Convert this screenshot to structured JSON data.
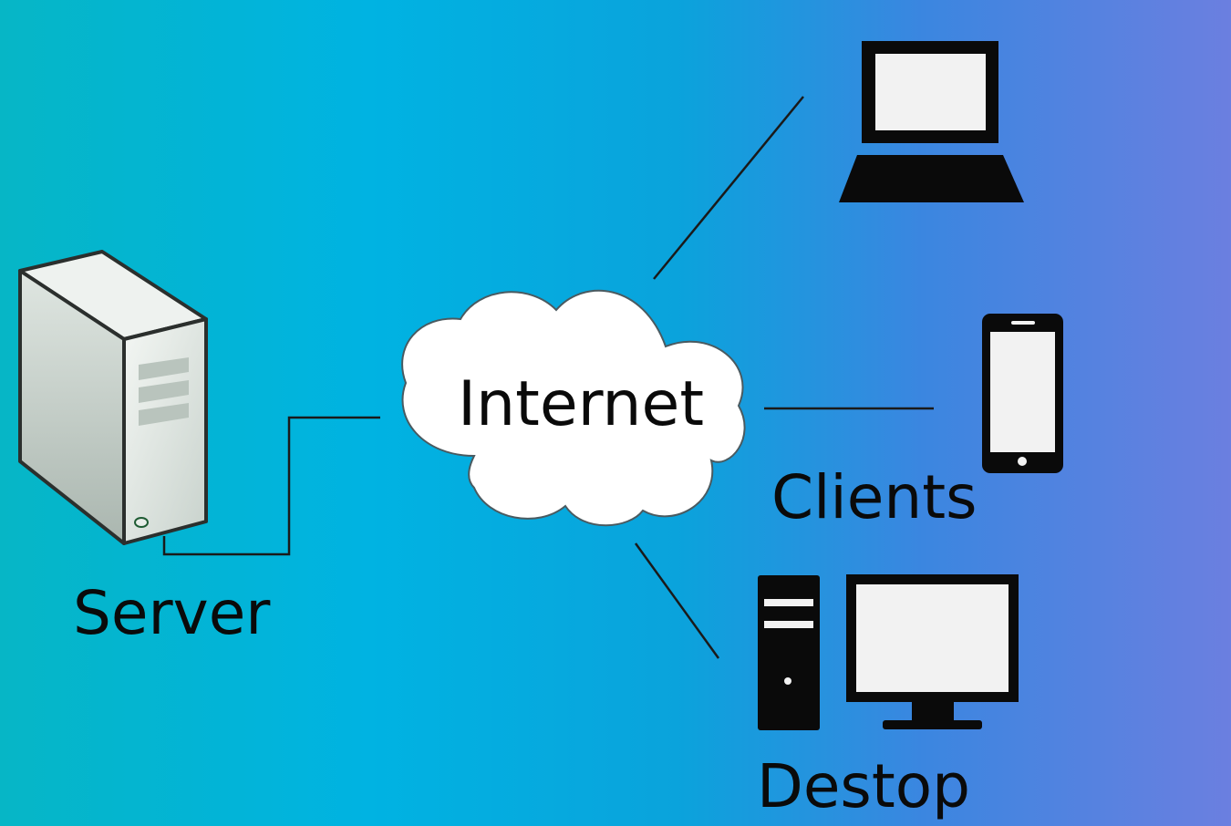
{
  "nodes": {
    "server": {
      "label": "Server",
      "icon": "server-tower-icon"
    },
    "internet": {
      "label": "Internet",
      "icon": "cloud-icon"
    },
    "clients": {
      "label": "Clients",
      "devices": [
        "laptop-icon",
        "smartphone-icon"
      ]
    },
    "desktop": {
      "label": "Destop",
      "icon": "desktop-computer-icon"
    }
  },
  "colors": {
    "background_start": "#06b6c6",
    "background_end": "#6b7fe0",
    "icon_fill": "#0a0a0a",
    "screen_fill": "#f2f2f2",
    "cloud_fill": "#ffffff"
  }
}
